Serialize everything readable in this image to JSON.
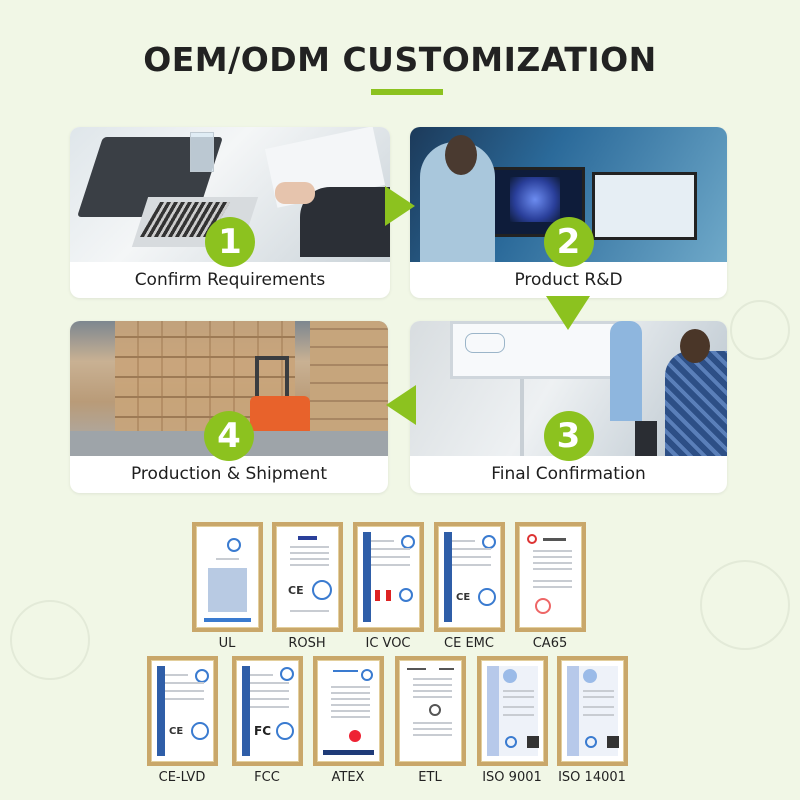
{
  "header": {
    "title": "OEM/ODM CUSTOMIZATION"
  },
  "colors": {
    "accent": "#8cc21f",
    "background": "#f1f7e6",
    "text": "#222222",
    "frame": "#c9a76a"
  },
  "steps": [
    {
      "number": "1",
      "label": "Confirm Requirements",
      "image": "business meeting with laptop and documents"
    },
    {
      "number": "2",
      "label": "Product R&D",
      "image": "engineer working at computer monitors"
    },
    {
      "number": "3",
      "label": "Final Confirmation",
      "image": "presentation at digital whiteboard"
    },
    {
      "number": "4",
      "label": "Production & Shipment",
      "image": "warehouse with boxes and forklift"
    }
  ],
  "certificates": {
    "row1": [
      {
        "label": "UL"
      },
      {
        "label": "ROSH"
      },
      {
        "label": "IC VOC"
      },
      {
        "label": "CE EMC"
      },
      {
        "label": "CA65"
      }
    ],
    "row2": [
      {
        "label": "CE-LVD"
      },
      {
        "label": "FCC"
      },
      {
        "label": "ATEX"
      },
      {
        "label": "ETL"
      },
      {
        "label": "ISO 9001"
      },
      {
        "label": "ISO 14001"
      }
    ]
  }
}
